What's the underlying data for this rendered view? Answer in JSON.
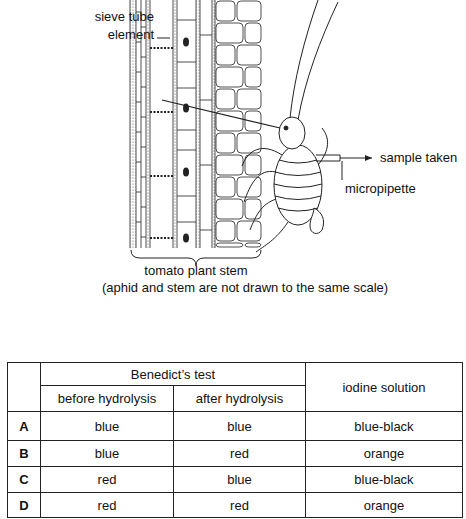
{
  "diagram": {
    "labels": [
      "sieve tube element",
      "sample taken",
      "micropipette",
      "tomato plant stem",
      "(aphid and stem are not drawn to the same scale)",
      "Benedict’s test",
      "iodine solution",
      "before hydrolysis",
      "after hydrolysis",
      "A",
      "blue",
      "blue",
      "blue-black",
      "B",
      "blue",
      "red",
      "orange",
      "C",
      "red",
      "blue",
      "blue-black",
      "D",
      "red",
      "red",
      "orange"
    ]
  }
}
